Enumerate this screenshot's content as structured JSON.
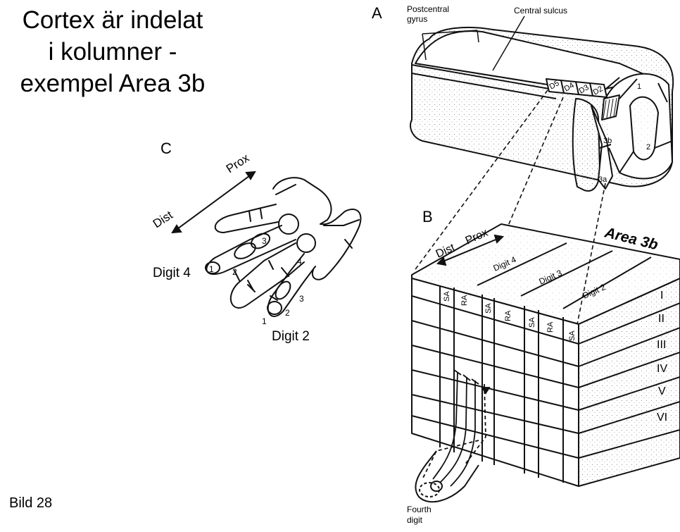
{
  "title_lines": [
    "Cortex är indelat",
    "i kolumner -",
    "exempel Area 3b"
  ],
  "footer": "Bild 28",
  "panel_c": {
    "letter": "C",
    "prox": "Prox",
    "dist": "Dist",
    "digit4": "Digit 4",
    "digit2": "Digit 2",
    "segment_marks": [
      "1",
      "2",
      "3",
      "4",
      "1",
      "2",
      "3"
    ]
  },
  "panel_a": {
    "letter": "A",
    "postcentral_line1": "Postcentral",
    "postcentral_line2": "gyrus",
    "central_sulcus": "Central sulcus",
    "digits": [
      "D5",
      "D4",
      "D3",
      "D2"
    ],
    "areas": [
      "1",
      "2",
      "3b",
      "3a"
    ]
  },
  "panel_b": {
    "letter": "B",
    "area": "Area 3b",
    "dist": "Dist",
    "prox": "Prox",
    "digit_bands": [
      "Digit 4",
      "Digit 3",
      "Digit 2"
    ],
    "columns": [
      "SA",
      "RA",
      "SA",
      "RA",
      "SA",
      "RA",
      "SA"
    ],
    "layers": [
      "I",
      "II",
      "III",
      "IV",
      "V",
      "VI"
    ],
    "fourth_line1": "Fourth",
    "fourth_line2": "digit"
  }
}
